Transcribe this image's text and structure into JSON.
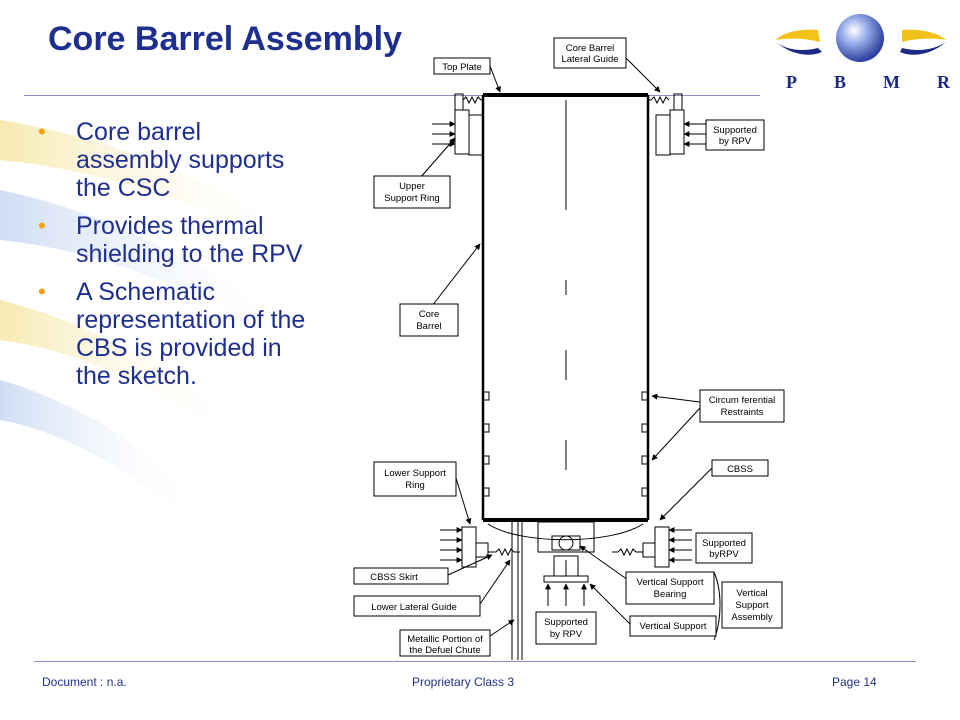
{
  "slide": {
    "title": "Core Barrel Assembly",
    "bullets": [
      "Core barrel assembly supports the CSC",
      "Provides thermal shielding to the RPV",
      "A Schematic representation of the CBS is provided in the sketch."
    ],
    "bullet_color": "#f2a012",
    "title_color": "#1f2f8f"
  },
  "logo": {
    "letters": [
      "P",
      "B",
      "M",
      "R"
    ]
  },
  "diagram": {
    "labels": {
      "top_plate": "Top Plate",
      "core_barrel_lateral_guide_1": "Core Barrel",
      "core_barrel_lateral_guide_2": "Lateral Guide",
      "supported_by_rpv_top_1": "Supported",
      "supported_by_rpv_top_2": "by RPV",
      "upper_support_ring_1": "Upper",
      "upper_support_ring_2": "Support Ring",
      "core_barrel_1": "Core",
      "core_barrel_2": "Barrel",
      "circumferential_restraints_1": "Circum ferential",
      "circumferential_restraints_2": "Restraints",
      "lower_support_ring_1": "Lower Support",
      "lower_support_ring_2": "Ring",
      "cbss": "CBSS",
      "supported_by_rpv_right_1": "Supported",
      "supported_by_rpv_right_2": "byRPV",
      "cbss_skirt": "CBSS Skirt",
      "vertical_support_bearing_1": "Vertical Support",
      "vertical_support_bearing_2": "Bearing",
      "vertical_support_assembly_1": "Vertical",
      "vertical_support_assembly_2": "Support",
      "vertical_support_assembly_3": "Assembly",
      "lower_lateral_guide": "Lower Lateral Guide",
      "supported_by_rpv_bottom_1": "Supported",
      "supported_by_rpv_bottom_2": "by RPV",
      "vertical_support": "Vertical Support",
      "metallic_portion_1": "Metallic Portion of",
      "metallic_portion_2": "the Defuel Chute"
    }
  },
  "footer": {
    "document": "Document : n.a.",
    "classification": "Proprietary Class 3",
    "page": "Page 14"
  }
}
